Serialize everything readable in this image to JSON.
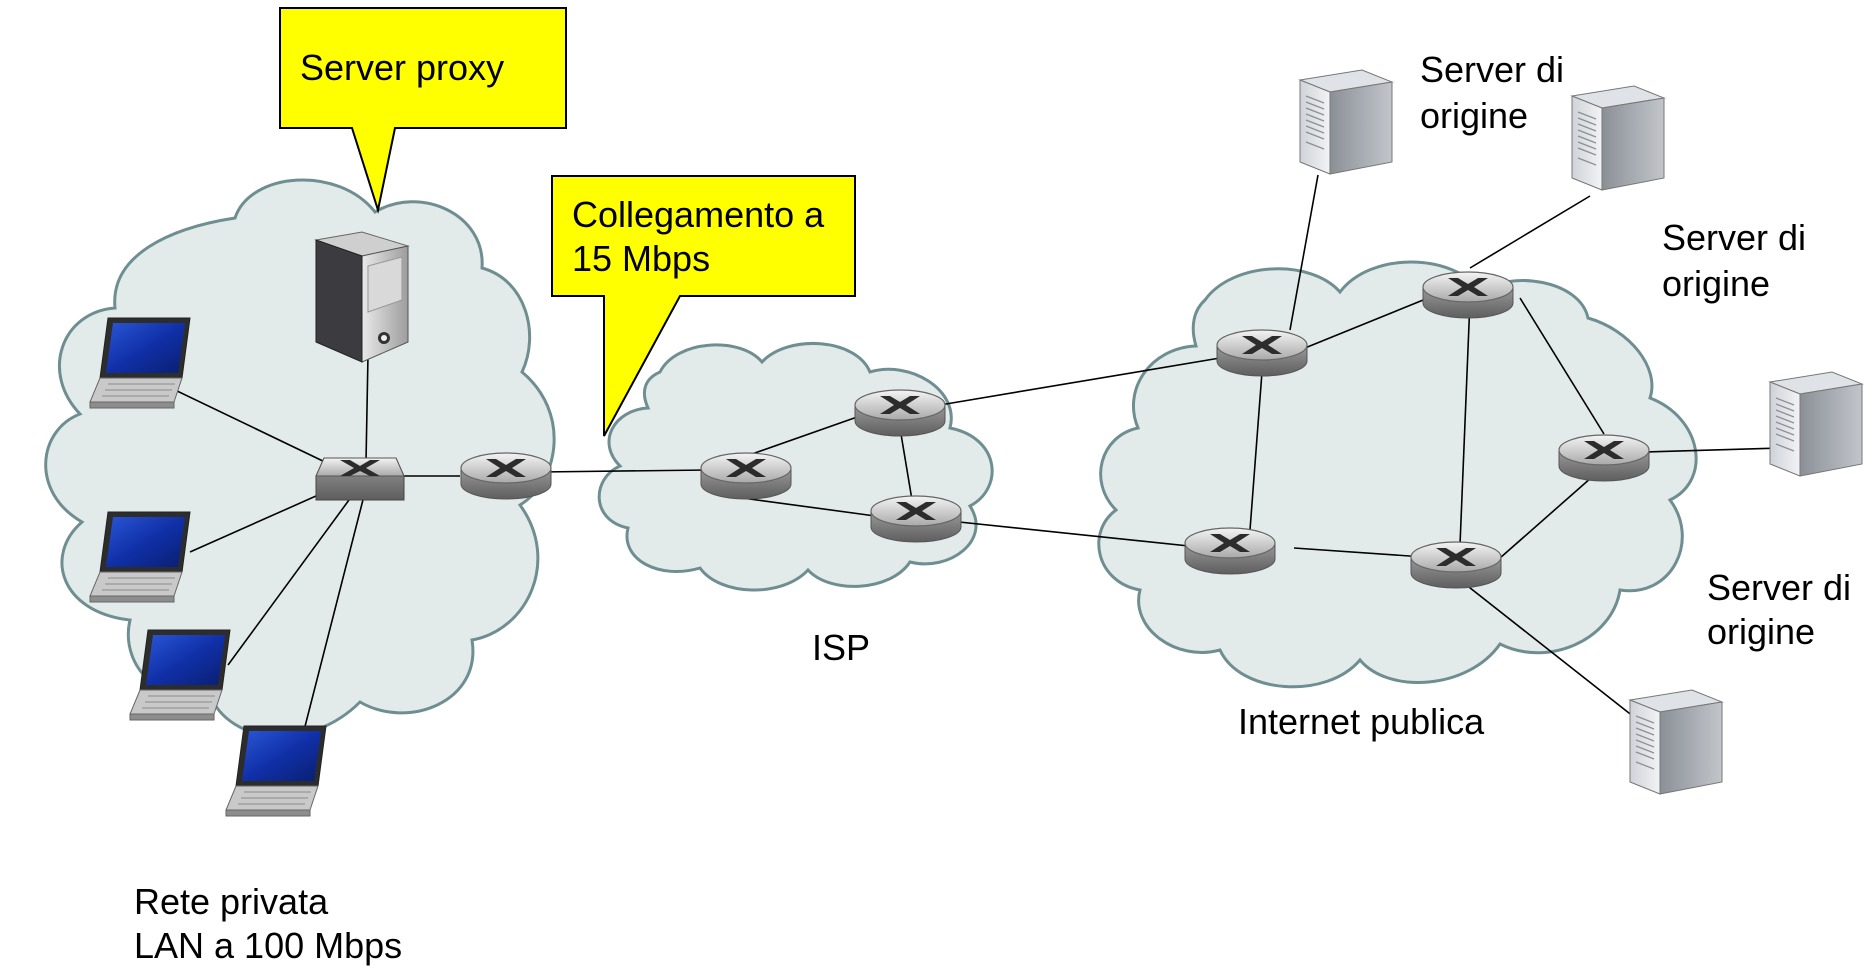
{
  "callouts": {
    "proxy": "Server proxy",
    "link_line1": "Collegamento a",
    "link_line2": "15 Mbps"
  },
  "labels": {
    "private_line1": "Rete privata",
    "private_line2": "LAN a 100 Mbps",
    "isp": "ISP",
    "internet": "Internet publica",
    "origin_top_line1": "Server di",
    "origin_top_line2": "origine",
    "origin_mid_line1": "Server di",
    "origin_mid_line2": "origine",
    "origin_low_line1": "Server di",
    "origin_low_line2": "origine"
  },
  "colors": {
    "cloud_fill": "#e3ebea",
    "cloud_stroke": "#6f8e92",
    "callout_fill": "#ffff00",
    "link": "#000000"
  }
}
